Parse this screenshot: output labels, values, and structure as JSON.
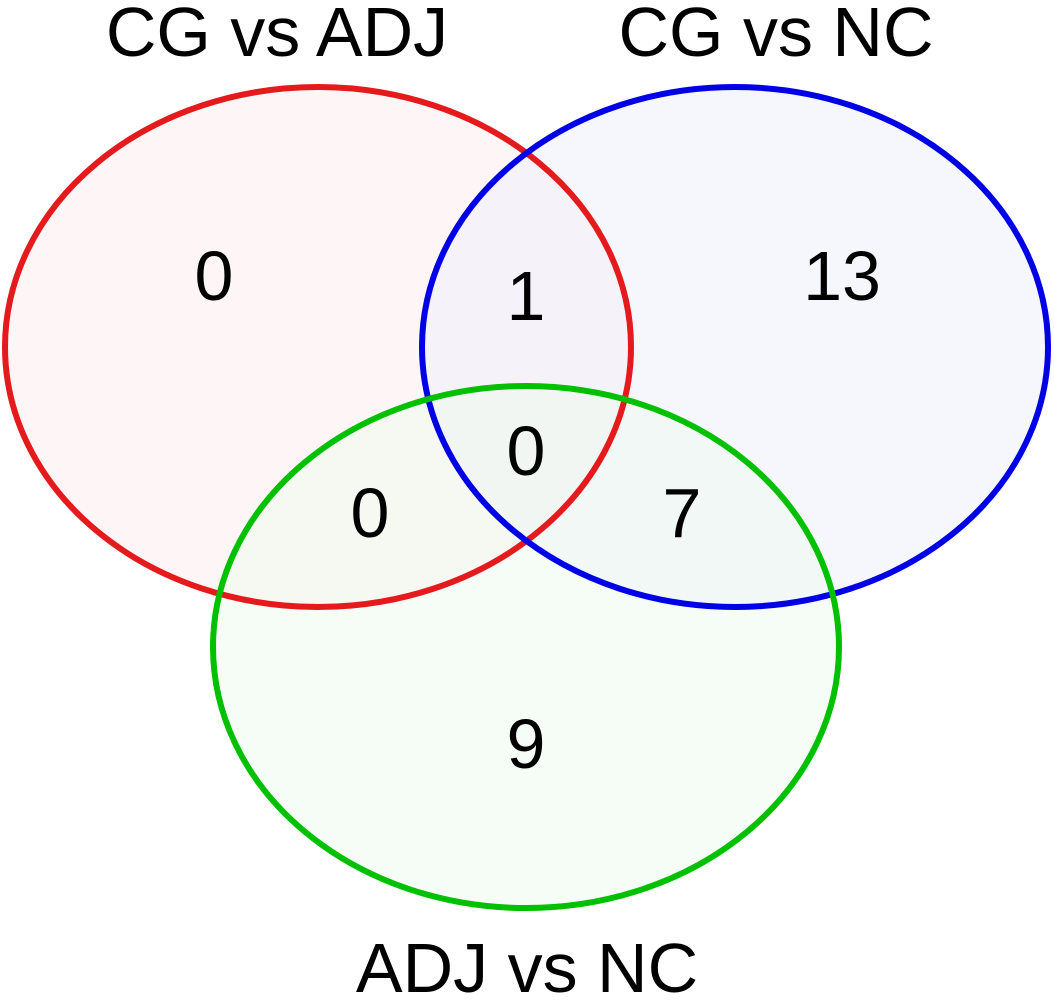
{
  "diagram": {
    "type": "venn-3",
    "sets": [
      {
        "label": "CG vs ADJ",
        "stroke": "#e41a1c",
        "fill": "#fdeeee"
      },
      {
        "label": "CG vs NC",
        "stroke": "#0000e6",
        "fill": "#eeeefb"
      },
      {
        "label": "ADJ vs NC",
        "stroke": "#00c000",
        "fill": "#eef9ee"
      }
    ],
    "regions": {
      "only_cg_vs_adj": "0",
      "only_cg_vs_nc": "13",
      "only_adj_vs_nc": "9",
      "cg_vs_adj_and_cg_vs_nc": "1",
      "cg_vs_adj_and_adj_vs_nc": "0",
      "cg_vs_nc_and_adj_vs_nc": "7",
      "all_three": "0"
    }
  }
}
